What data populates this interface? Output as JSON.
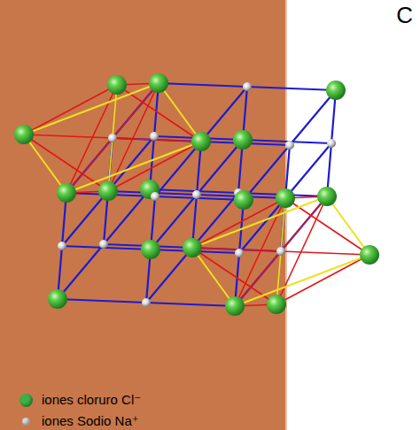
{
  "diagram": {
    "labels": [
      "C"
    ],
    "legend": [
      {
        "text": "iones cloruro Cl⁻",
        "color": "#3cb043"
      },
      {
        "text": "iones Sodio  Na⁺",
        "color": "#d8d8d8"
      }
    ]
  }
}
